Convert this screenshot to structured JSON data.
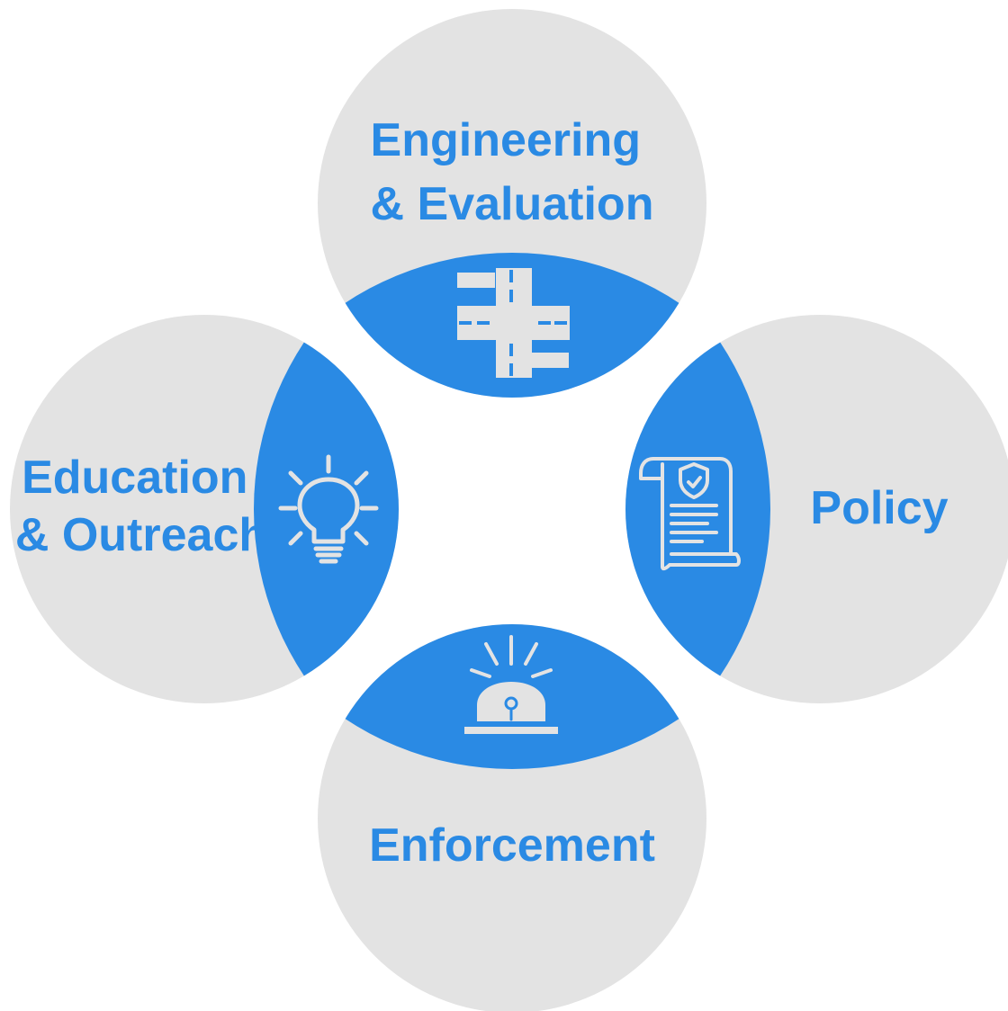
{
  "colors": {
    "circle_fill": "#e3e3e3",
    "accent": "#2a8ae4",
    "icon": "#e3e3e3",
    "background": "#ffffff"
  },
  "diagram": {
    "top": {
      "label_line1": "Engineering",
      "label_line2": "& Evaluation",
      "icon": "road-intersection-icon"
    },
    "left": {
      "label_line1": "Education",
      "label_line2": "& Outreach",
      "icon": "lightbulb-icon"
    },
    "right": {
      "label": "Policy",
      "icon": "policy-scroll-icon"
    },
    "bottom": {
      "label": "Enforcement",
      "icon": "siren-icon"
    }
  }
}
